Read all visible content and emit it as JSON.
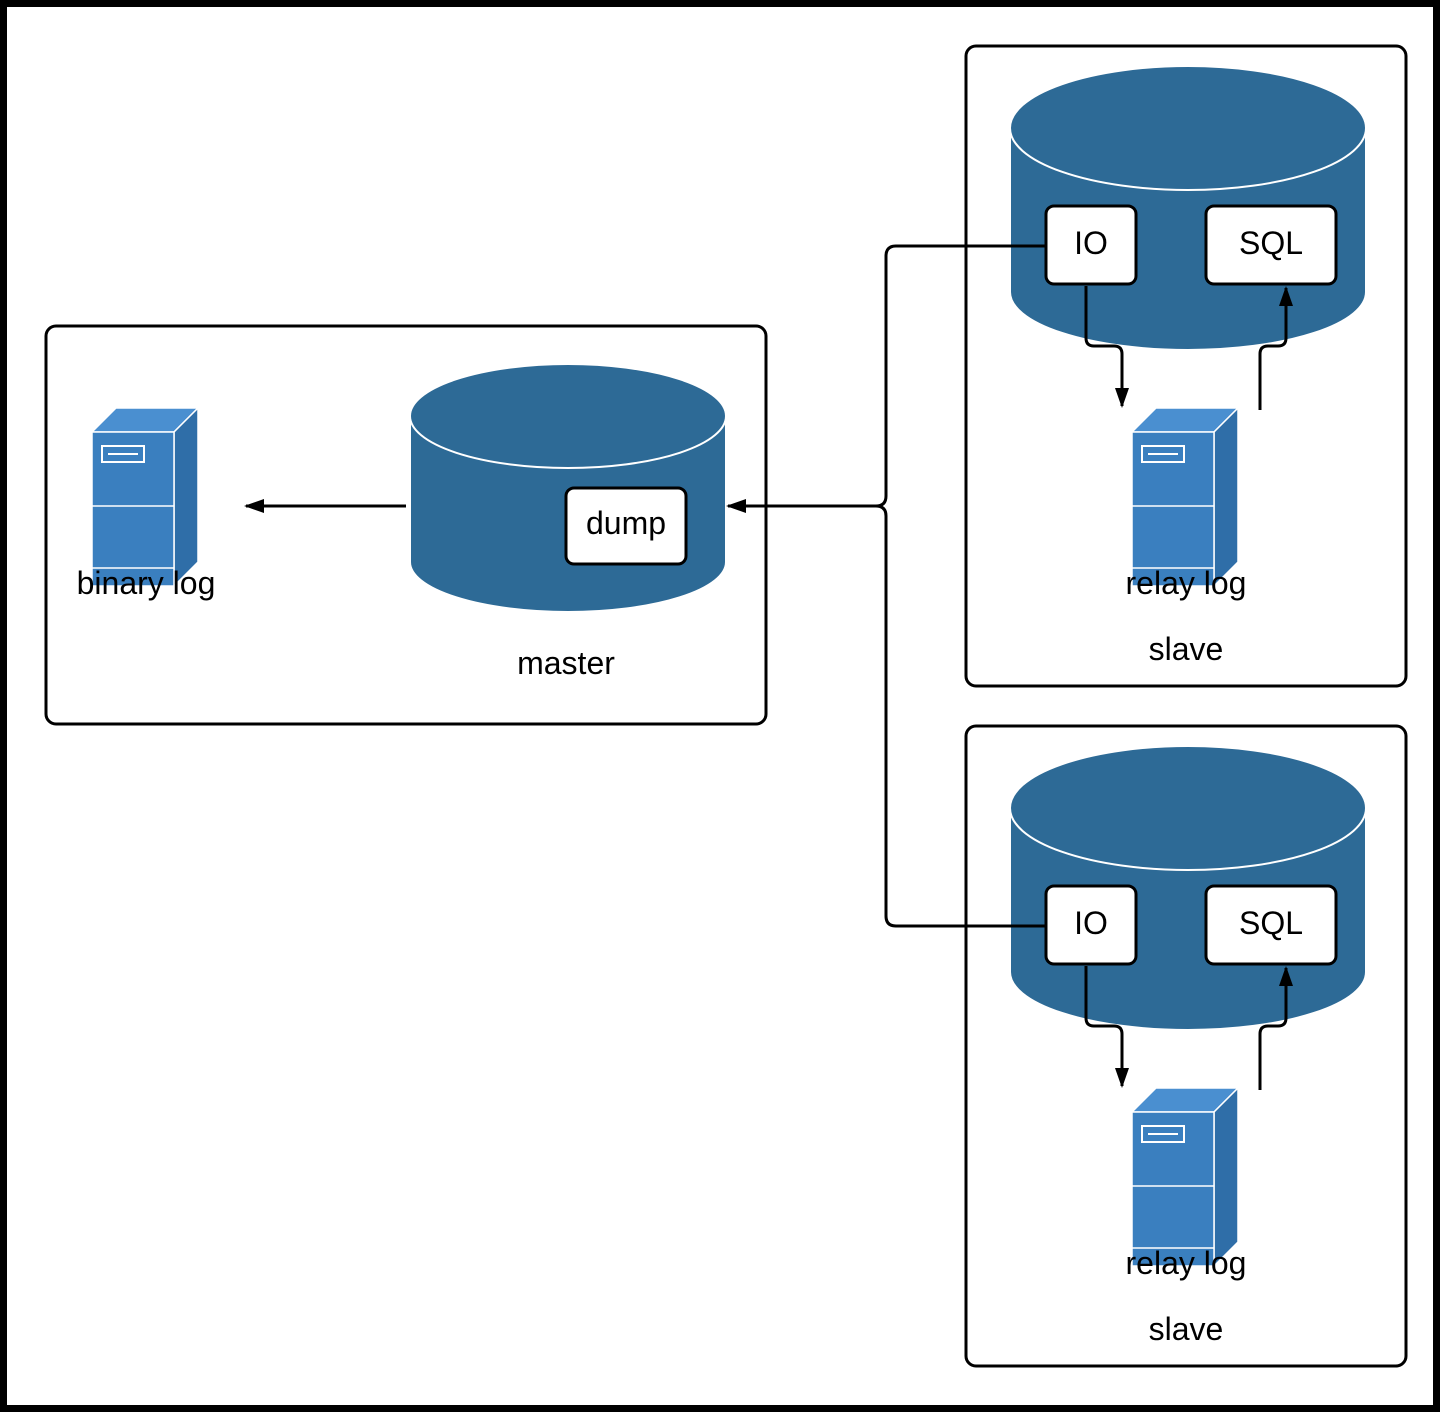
{
  "colors": {
    "background": "#ffffff",
    "frame": "#000000",
    "database": "#2d6a96",
    "server_front": "#3a7fbf",
    "server_side": "#2f6ea8",
    "server_top": "#4a8fd0",
    "line": "#000000",
    "process_box": "#ffffff"
  },
  "master": {
    "label": "master",
    "database_icon": "database-cylinder-icon",
    "process_label": "dump",
    "log_icon": "server-tower-icon",
    "log_label": "binary log"
  },
  "slaves": [
    {
      "label": "slave",
      "database_icon": "database-cylinder-icon",
      "io_label": "IO",
      "sql_label": "SQL",
      "log_icon": "server-tower-icon",
      "log_label": "relay log"
    },
    {
      "label": "slave",
      "database_icon": "database-cylinder-icon",
      "io_label": "IO",
      "sql_label": "SQL",
      "log_icon": "server-tower-icon",
      "log_label": "relay log"
    }
  ]
}
